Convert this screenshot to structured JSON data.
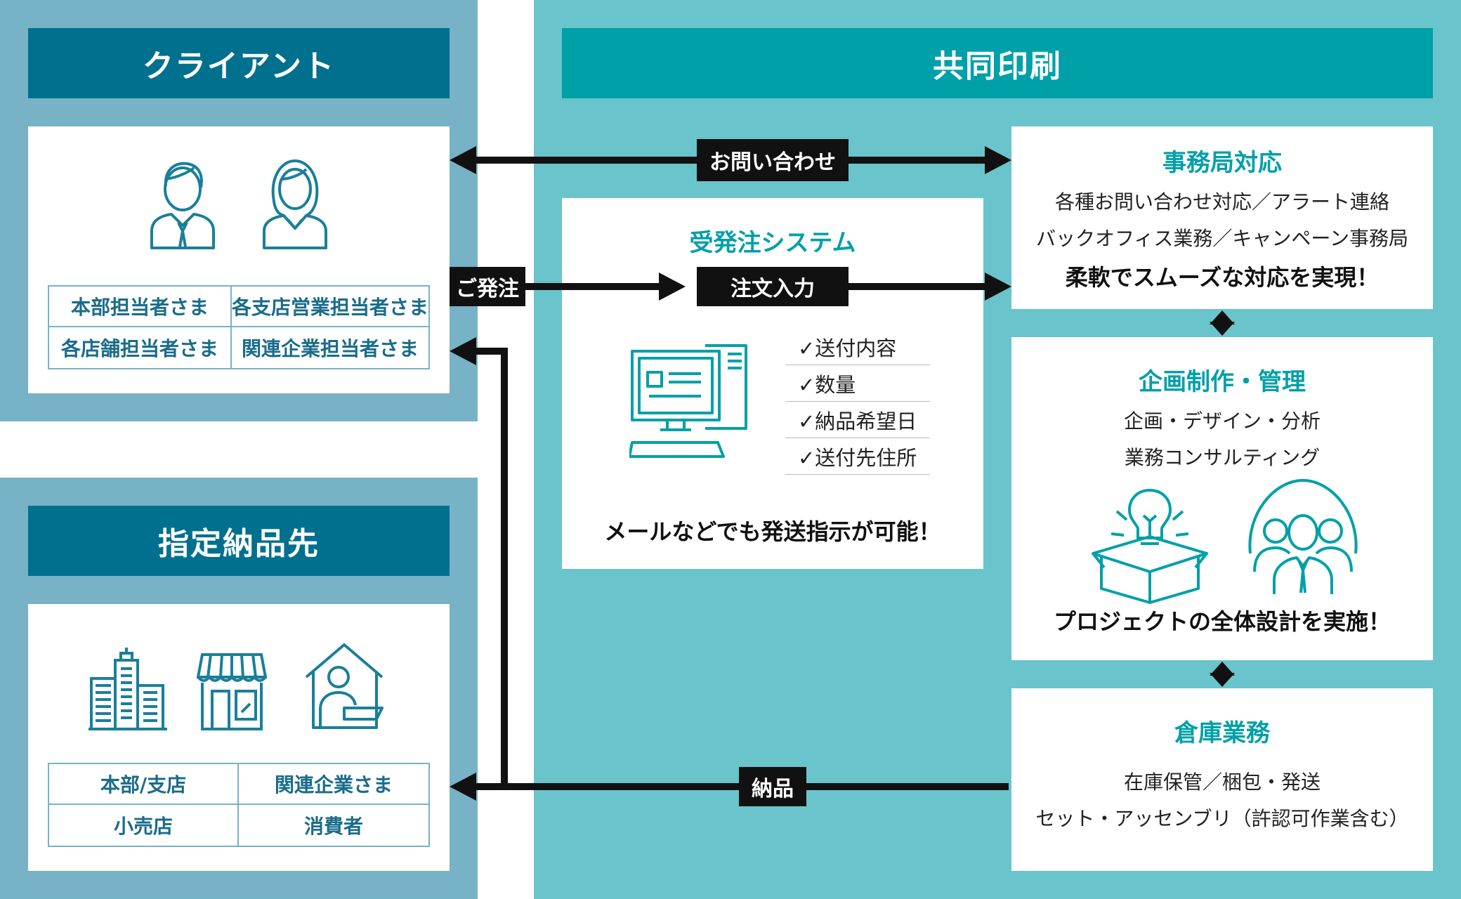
{
  "client": {
    "title": "クライアント",
    "roles": [
      "本部担当者さま",
      "各支店営業担当者さま",
      "各店舗担当者さま",
      "関連企業担当者さま"
    ]
  },
  "destination": {
    "title": "指定納品先",
    "items": [
      "本部/支店",
      "関連企業さま",
      "小売店",
      "消費者"
    ]
  },
  "company": {
    "title": "共同印刷"
  },
  "flows": {
    "inquiry": "お問い合わせ",
    "order": "ご発注",
    "order_input": "注文入力",
    "delivery": "納品"
  },
  "order_system": {
    "title": "受発注システム",
    "checklist": [
      "✓送付内容",
      "✓数量",
      "✓納品希望日",
      "✓送付先住所"
    ],
    "footer": "メールなどでも発送指示が可能！"
  },
  "secretariat": {
    "title": "事務局対応",
    "lines": [
      "各種お問い合わせ対応／アラート連絡",
      "バックオフィス業務／キャンペーン事務局"
    ],
    "footer": "柔軟でスムーズな対応を実現！"
  },
  "planning": {
    "title": "企画制作・管理",
    "lines": [
      "企画・デザイン・分析",
      "業務コンサルティング"
    ],
    "footer": "プロジェクトの全体設計を実施！"
  },
  "warehouse": {
    "title": "倉庫業務",
    "lines": [
      "在庫保管／梱包・発送",
      "セット・アッセンブリ（許認可作業含む）"
    ]
  },
  "colors": {
    "dark_blue": "#00708f",
    "teal": "#00a0a8",
    "left_bg": "#77b2c7",
    "right_bg": "#6ac4cb"
  }
}
